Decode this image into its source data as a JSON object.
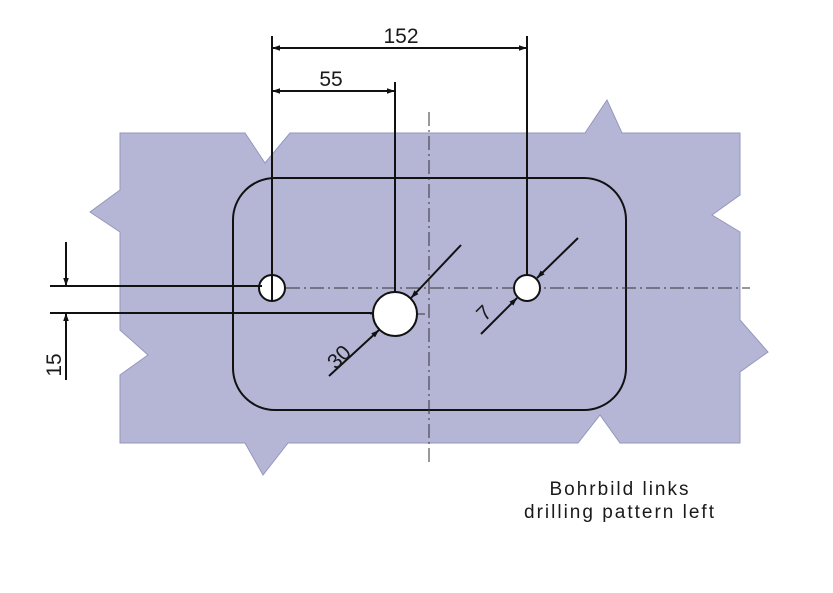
{
  "dimensions": {
    "overall_spacing": "152",
    "inner_spacing": "55",
    "vertical_offset": "15",
    "large_hole_diameter": "30",
    "small_hole_diameter": "7"
  },
  "caption": {
    "line_de": "Bohrbild links",
    "line_en": "drilling pattern left"
  },
  "colors": {
    "plate_fill": "#b5b6d6",
    "plate_stroke": "#7f80a8",
    "line": "#111111",
    "hole_fill": "#ffffff"
  }
}
